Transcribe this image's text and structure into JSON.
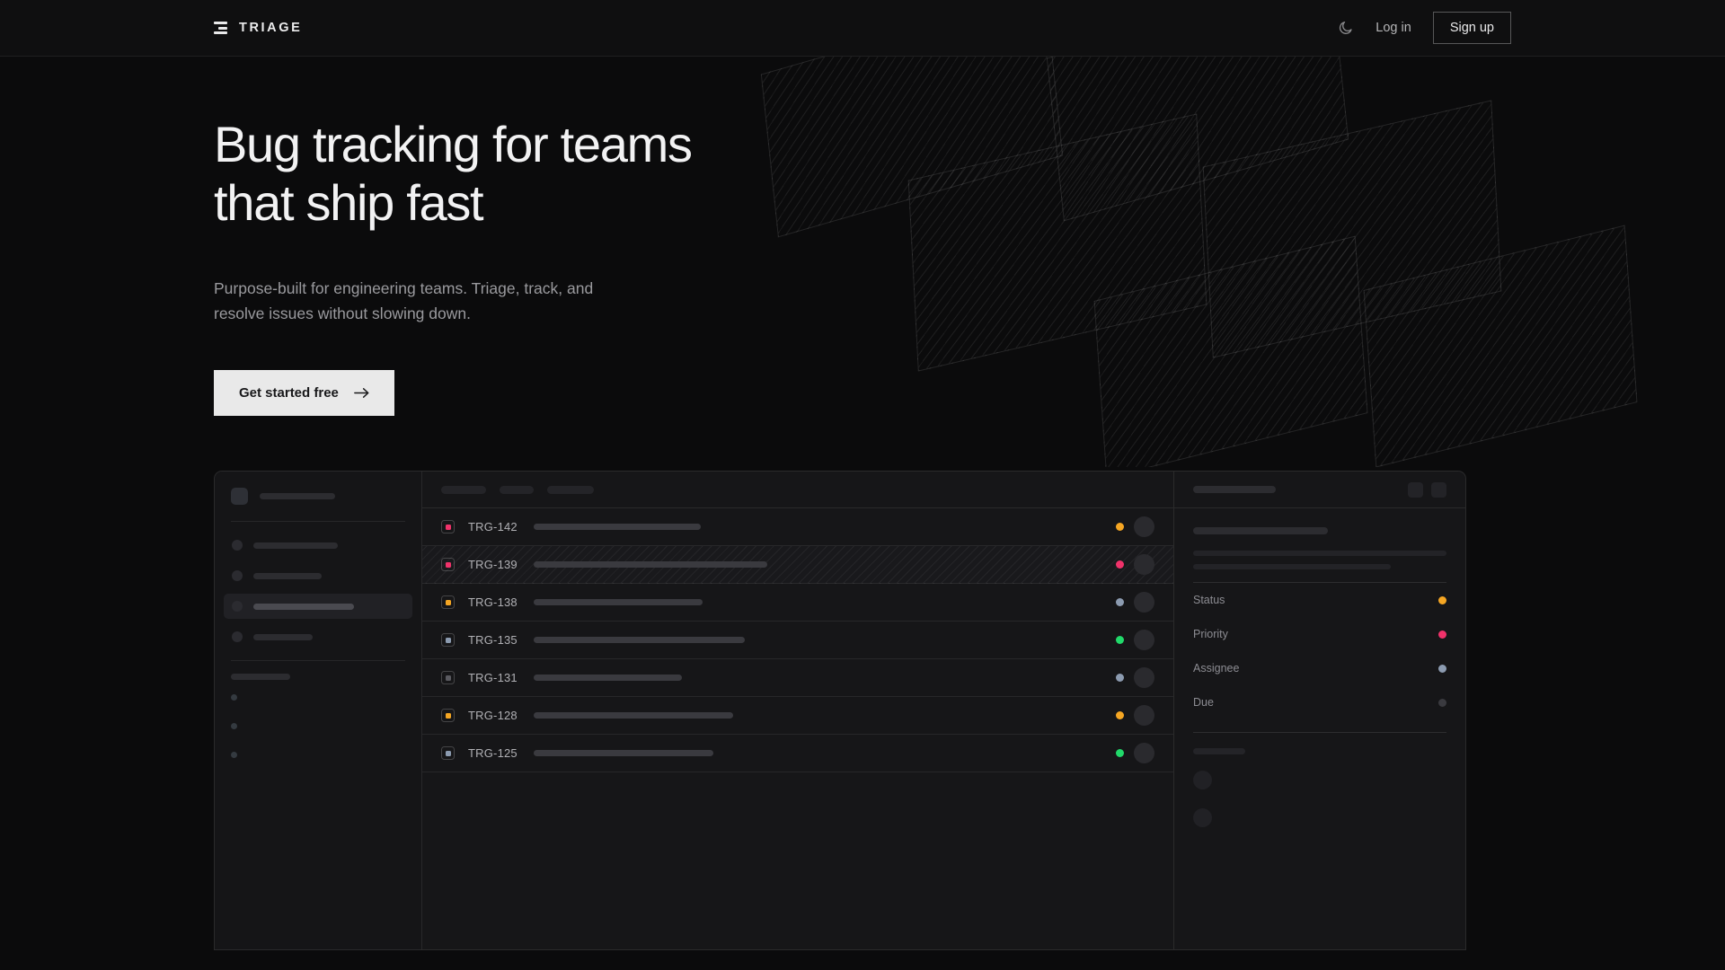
{
  "header": {
    "brand": "TRIAGE",
    "brand_icon": "stacked-bars-logo-icon",
    "theme_toggle_icon": "moon-icon",
    "login_label": "Log in",
    "signup_label": "Sign up"
  },
  "hero": {
    "title": "Bug tracking for teams\nthat ship fast",
    "subtitle": "Purpose-built for engineering teams. Triage, track, and\nresolve issues without slowing down.",
    "cta_label": "Get started free",
    "cta_icon": "arrow-right-icon"
  },
  "colors": {
    "page_bg": "#0b0b0c",
    "header_bg": "#0f0f10",
    "mockup_bg": "#161618",
    "accent_pink": "#f0326a",
    "accent_orange": "#f5a623",
    "accent_green": "#21d96a",
    "accent_slate": "#8c9bb0",
    "accent_gray": "#5a5a60",
    "cta_bg": "#e9e9e9",
    "cta_text": "#18181a"
  },
  "mockup": {
    "sidebar": {
      "nav_item_count": 4,
      "active_nav_index": 2,
      "label_dot_count": 3
    },
    "toolbar": {
      "chip_widths": [
        50,
        38,
        52
      ]
    },
    "rows": [
      {
        "id": "TRG-142",
        "priority_color": "#f0326a",
        "status_color": "#f5a623",
        "title_width": 186,
        "selected": false
      },
      {
        "id": "TRG-139",
        "priority_color": "#f0326a",
        "status_color": "#f0326a",
        "title_width": 260,
        "selected": true
      },
      {
        "id": "TRG-138",
        "priority_color": "#f5a623",
        "status_color": "#8c9bb0",
        "title_width": 188,
        "selected": false
      },
      {
        "id": "TRG-135",
        "priority_color": "#8c9bb0",
        "status_color": "#21d96a",
        "title_width": 235,
        "selected": false
      },
      {
        "id": "TRG-131",
        "priority_color": "#5a5a60",
        "status_color": "#8c9bb0",
        "title_width": 165,
        "selected": false
      },
      {
        "id": "TRG-128",
        "priority_color": "#f5a623",
        "status_color": "#f5a623",
        "title_width": 222,
        "selected": false
      },
      {
        "id": "TRG-125",
        "priority_color": "#8c9bb0",
        "status_color": "#21d96a",
        "title_width": 200,
        "selected": false
      }
    ],
    "detail": {
      "meta": [
        {
          "label": "Status",
          "color": "#f5a623"
        },
        {
          "label": "Priority",
          "color": "#f0326a"
        },
        {
          "label": "Assignee",
          "color": "#8c9bb0"
        },
        {
          "label": "Due",
          "color": "#3a3a3f"
        }
      ],
      "activity_avatar_count": 2
    }
  }
}
